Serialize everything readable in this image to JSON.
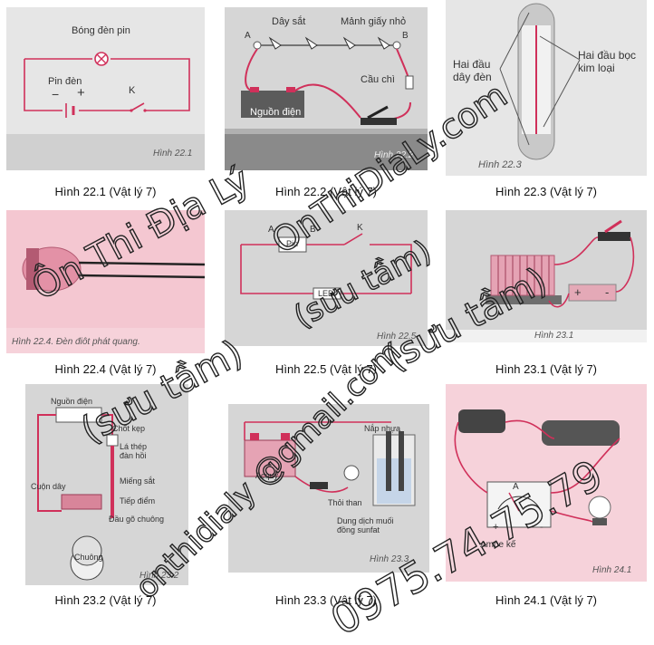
{
  "figures": [
    {
      "caption": "Hình 22.1 (Vật lý 7)",
      "hinh": "Hình 22.1",
      "labels": {
        "lamp": "Bóng đèn pin",
        "battery": "Pin đèn",
        "switch": "K",
        "minus": "−",
        "plus": "+"
      }
    },
    {
      "caption": "Hình 22.2 (Vật lý 7)",
      "hinh": "Hình 22.2",
      "labels": {
        "wire": "Dây sắt",
        "paper": "Mảnh giấy nhỏ",
        "a": "A",
        "b": "B",
        "fuse": "Cầu chì",
        "source": "Nguồn điện"
      }
    },
    {
      "caption": "Hình 22.3 (Vật lý 7)",
      "hinh": "Hình 22.3",
      "labels": {
        "ends": "Hai đầu\ndây đèn",
        "caps": "Hai đầu bọc\nkim loại"
      }
    },
    {
      "caption": "Hình 22.4 (Vật lý 7)",
      "hinh": "Hình 22.4. Đèn điôt phát quang."
    },
    {
      "caption": "Hình 22.5 (Vật lý 7)",
      "hinh": "Hình 22.5",
      "labels": {
        "a": "A",
        "b": "B",
        "k": "K",
        "pin": "Pin",
        "led": "LED"
      }
    },
    {
      "caption": "Hình 23.1 (Vật lý 7)",
      "hinh": "Hình 23.1",
      "labels": {
        "plus": "+",
        "minus": "-"
      }
    },
    {
      "caption": "Hình 23.2 (Vật lý 7)",
      "hinh": "Hình 23.2",
      "labels": {
        "source": "Nguồn điện",
        "clip": "Chốt kẹp",
        "steel": "Lá thép\nđàn hồi",
        "coil": "Cuộn dây",
        "iron": "Miếng sắt",
        "contact": "Tiếp điểm",
        "hammer": "Đầu gõ chuông",
        "bell": "Chuông"
      }
    },
    {
      "caption": "Hình 23.3 (Vật lý 7)",
      "hinh": "Hình 23.3",
      "labels": {
        "lid": "Nắp nhựa",
        "battery": "Acquy",
        "carbon": "Thỏi than",
        "solution": "Dung dịch muối\nđồng sunfat"
      }
    },
    {
      "caption": "Hình 24.1 (Vật lý 7)",
      "hinh": "Hình 24.1",
      "labels": {
        "ammeter": "Ampe kế",
        "a": "A",
        "plus": "+",
        "minus": "-"
      }
    }
  ],
  "watermarks": {
    "w1": "Ôn Thi Địa Lý",
    "w2": "OnThiDiaLy.com",
    "w3": "(sưu tầm)",
    "w4": "(sưu tầm)",
    "w5": "(sưu tầm)",
    "w6": "onthidialy @gmail.com",
    "w7": "0975.74.75.79"
  }
}
